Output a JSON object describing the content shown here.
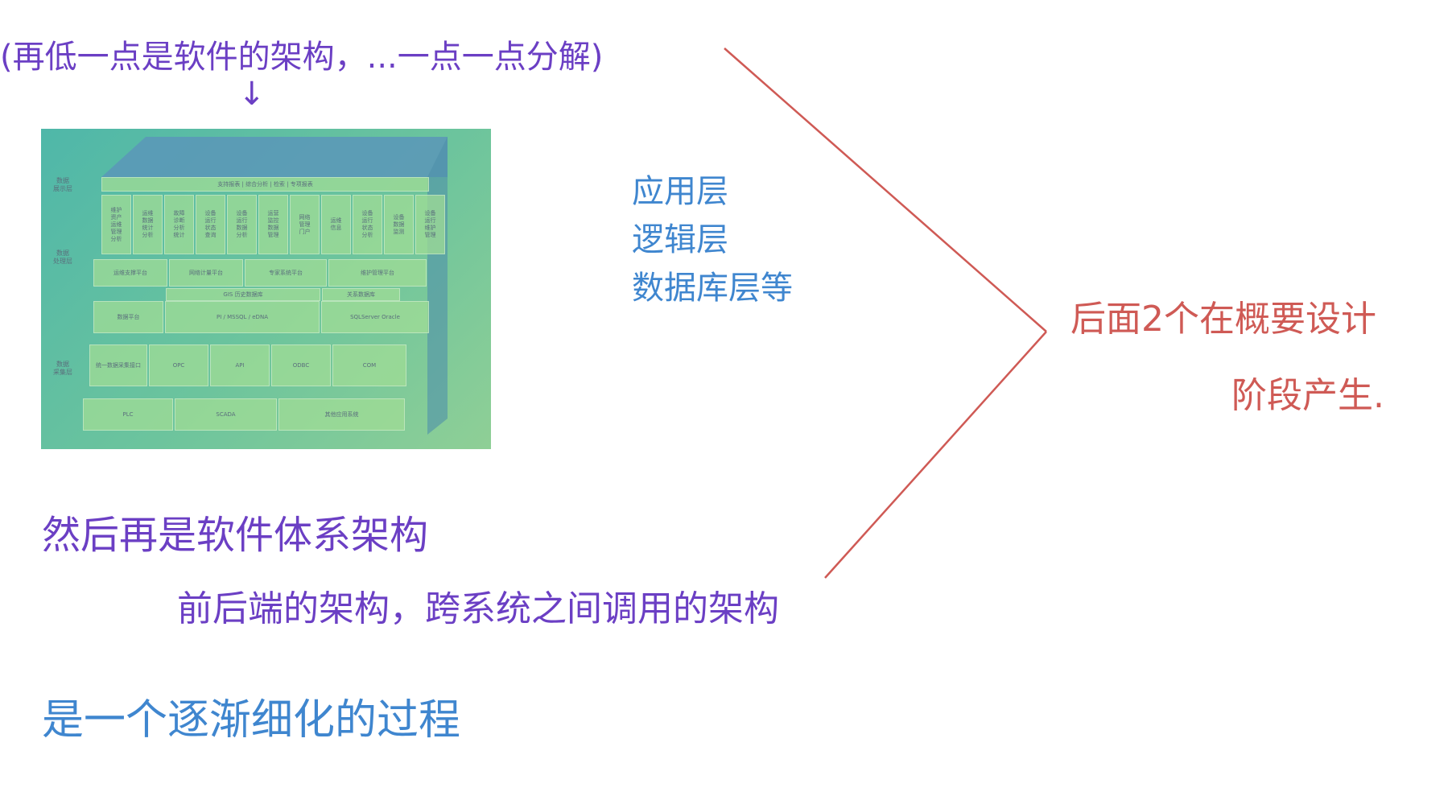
{
  "notes": {
    "top_line": "(再低一点是软件的架构，...一点一点分解)",
    "arrow": "↓",
    "layers": [
      "应用层",
      "逻辑层",
      "数据库层等"
    ],
    "right_line1": "后面2个在概要设计",
    "right_line2": "阶段产生.",
    "mid_line": "然后再是软件体系架构",
    "sub_line": "前后端的架构，跨系统之间调用的架构",
    "bottom_line": "是一个逐渐细化的过程"
  },
  "slide": {
    "side_labels": [
      "数据\n展示层",
      "数据\n处理层",
      "数据\n采集层"
    ],
    "top_header": "支持报表 | 综合分析 | 检索 | 专项报表",
    "modules": [
      "维护\n资产\n运维\n管理\n分析",
      "运维\n数据\n统计\n分析",
      "故障\n诊断\n分析\n统计",
      "设备\n运行\n状态\n查询",
      "设备\n运行\n数据\n分析",
      "运营\n监控\n数据\n管理",
      "网络\n管理\n门户",
      "运维\n信息",
      "设备\n运行\n状态\n分析",
      "设备\n数据\n监测",
      "设备\n运行\n维护\n管理"
    ],
    "platforms": [
      "运维支撑平台",
      "网络计量平台",
      "专家系统平台",
      "维护管理平台"
    ],
    "db_top": [
      "GIS 历史数据库",
      "关系数据库"
    ],
    "db_row": [
      "数据平台",
      "PI / MSSQL / eDNA",
      "SQLServer   Oracle"
    ],
    "collect_row": [
      "统一数据采集接口",
      "OPC",
      "API",
      "ODBC",
      "COM"
    ],
    "bottom_row": [
      "PLC",
      "SCADA",
      "其他应用系统"
    ]
  },
  "colors": {
    "purple": "#6b3fc4",
    "blue": "#3f86cf",
    "red": "#cf5a55",
    "slide_bg": "#6cc49d"
  }
}
